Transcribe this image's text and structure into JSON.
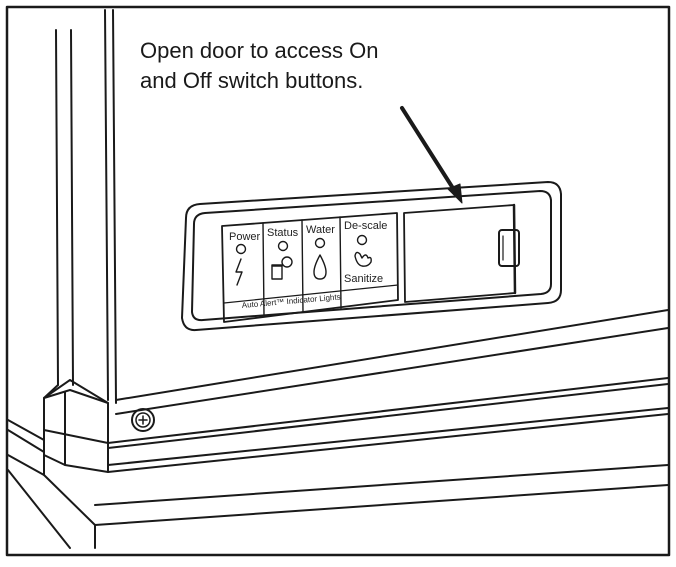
{
  "callout": {
    "line1": "Open door to access On",
    "line2": "and Off switch buttons."
  },
  "panel": {
    "labels": {
      "power": "Power",
      "status": "Status",
      "water": "Water",
      "descale": "De-scale",
      "sanitize": "Sanitize",
      "indicator_lights": "Auto Alert™ Indicator Lights"
    },
    "icons": [
      "power-bolt-icon",
      "status-bottle-icon",
      "water-drop-icon",
      "descale-hand-icon"
    ]
  },
  "colors": {
    "line": "#1a1a1a",
    "background": "#ffffff"
  }
}
